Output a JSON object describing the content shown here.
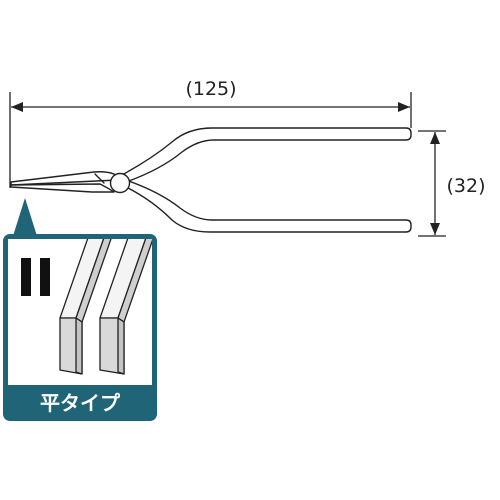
{
  "dimensions": {
    "length_label": "(125)",
    "width_label": "(32)"
  },
  "tip_detail": {
    "label": "平タイプ",
    "icon": "flat-jaw-tip-icon",
    "frame_color": "#1f6577"
  }
}
